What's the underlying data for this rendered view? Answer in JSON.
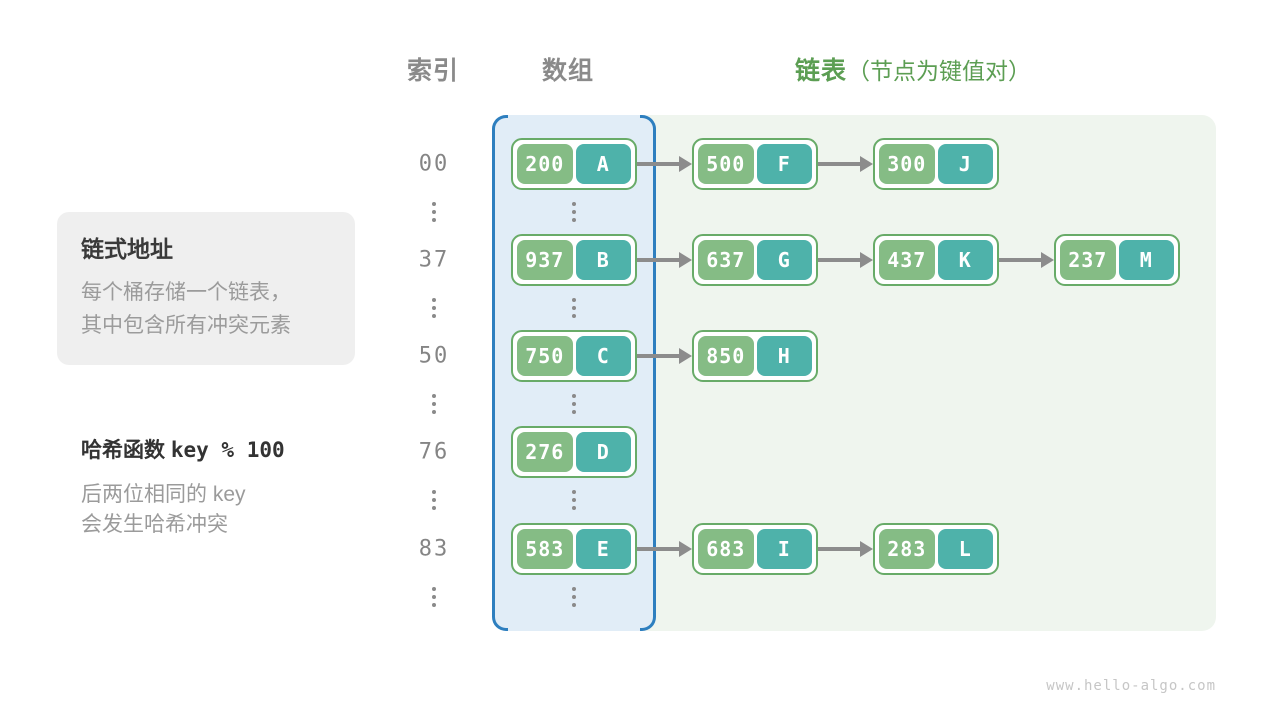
{
  "headers": {
    "index": "索引",
    "array": "数组",
    "list": "链表",
    "list_note": "（节点为键值对）"
  },
  "info_box": {
    "title": "链式地址",
    "lines": [
      "每个桶存储一个链表，",
      "其中包含所有冲突元素"
    ]
  },
  "hash_note": {
    "title": "哈希函数",
    "formula": "key % 100",
    "lines": [
      "后两位相同的 key",
      "会发生哈希冲突"
    ]
  },
  "diagram": {
    "rows": [
      {
        "index": "00",
        "nodes": [
          {
            "key": "200",
            "value": "A"
          },
          {
            "key": "500",
            "value": "F"
          },
          {
            "key": "300",
            "value": "J"
          }
        ]
      },
      {
        "index": "37",
        "nodes": [
          {
            "key": "937",
            "value": "B"
          },
          {
            "key": "637",
            "value": "G"
          },
          {
            "key": "437",
            "value": "K"
          },
          {
            "key": "237",
            "value": "M"
          }
        ]
      },
      {
        "index": "50",
        "nodes": [
          {
            "key": "750",
            "value": "C"
          },
          {
            "key": "850",
            "value": "H"
          }
        ]
      },
      {
        "index": "76",
        "nodes": [
          {
            "key": "276",
            "value": "D"
          }
        ]
      },
      {
        "index": "83",
        "nodes": [
          {
            "key": "583",
            "value": "E"
          },
          {
            "key": "683",
            "value": "I"
          },
          {
            "key": "283",
            "value": "L"
          }
        ]
      }
    ],
    "ellipsis_between_rows": true
  },
  "colors": {
    "node_key_green": "#85bc85",
    "node_value_teal": "#4eb2aa",
    "node_border_green": "#68ab68",
    "array_background": "#e1edf7",
    "array_bracket_blue": "#2e7fbf",
    "list_background": "#eff5ee",
    "header_gray": "#8a8a8a",
    "header_green": "#5c9e53",
    "text_dark": "#3a3a3a",
    "text_gray": "#9b9b9b",
    "arrow_gray": "#8c8c8c",
    "info_box_background": "#efefef"
  },
  "watermark": "www.hello-algo.com"
}
